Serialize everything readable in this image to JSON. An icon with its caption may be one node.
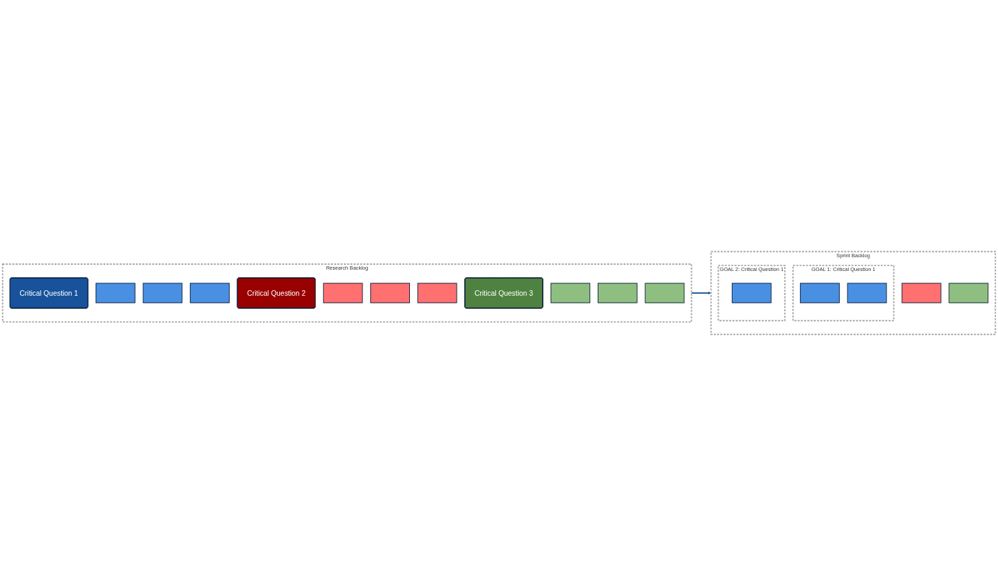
{
  "diagram": {
    "nodes": [
      {
        "text": [
          "Research Backlog"
        ]
      },
      {
        "text": [
          "Critical Question 1"
        ],
        "in": 0
      },
      {
        "text": [],
        "shape": "box",
        "in": 0
      },
      {
        "text": [],
        "shape": "box",
        "in": 0
      },
      {
        "text": [],
        "shape": "box",
        "in": 0
      },
      {
        "text": [
          "Critical Question 2"
        ],
        "in": 0
      },
      {
        "text": [],
        "shape": "box",
        "in": 0
      },
      {
        "text": [],
        "shape": "box",
        "in": 0
      },
      {
        "text": [],
        "shape": "box",
        "in": 0
      },
      {
        "text": [
          "Critical Question 3"
        ],
        "in": 0
      },
      {
        "text": [],
        "shape": "box",
        "in": 0
      },
      {
        "text": [],
        "shape": "box",
        "in": 0
      },
      {
        "text": [],
        "shape": "box",
        "in": 0
      },
      {
        "text": [
          "Sprint Backlog"
        ]
      },
      {
        "text": [
          "GOAL 1: Critical Question 1"
        ],
        "in": 13
      },
      {
        "text": [],
        "shape": "box",
        "in": 14
      },
      {
        "text": [],
        "shape": "box",
        "in": 14
      },
      {
        "text": [
          "GOAL 2: Critical Question 1"
        ],
        "in": 13
      },
      {
        "text": [],
        "shape": "box",
        "in": 17
      },
      {
        "text": [],
        "shape": "box",
        "in": 13
      },
      {
        "text": [],
        "shape": "box",
        "in": 13
      }
    ],
    "edges": [
      {
        "from": 0,
        "to": 13,
        "arrow": "to",
        "color": "#1a5296"
      }
    ]
  }
}
